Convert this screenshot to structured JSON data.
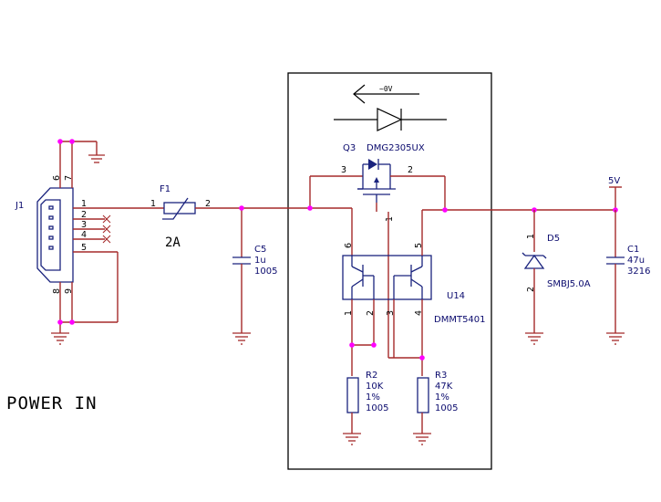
{
  "title": "POWER IN",
  "components": {
    "j1": {
      "ref": "J1",
      "pins": [
        "1",
        "2",
        "3",
        "4",
        "5",
        "6",
        "7",
        "8",
        "9"
      ]
    },
    "f1": {
      "ref": "F1",
      "value": "2A",
      "pin1": "1",
      "pin2": "2"
    },
    "c5": {
      "ref": "C5",
      "value": "1u",
      "package": "1005"
    },
    "q3": {
      "ref": "Q3",
      "part": "DMG2305UX",
      "pin1": "1",
      "pin2": "2",
      "pin3": "3"
    },
    "u14": {
      "ref": "U14",
      "part": "DMMT5401",
      "pins": [
        "1",
        "2",
        "3",
        "4",
        "5",
        "6"
      ]
    },
    "r2": {
      "ref": "R2",
      "value": "10K",
      "tolerance": "1%",
      "package": "1005"
    },
    "r3": {
      "ref": "R3",
      "value": "47K",
      "tolerance": "1%",
      "package": "1005"
    },
    "d5": {
      "ref": "D5",
      "part": "SMBJ5.0A",
      "pin1": "1",
      "pin2": "2"
    },
    "c1": {
      "ref": "C1",
      "value": "47u",
      "package": "3216"
    }
  },
  "nets": {
    "rail": "5V"
  },
  "annotation": {
    "voltage_drop": "~0V"
  }
}
